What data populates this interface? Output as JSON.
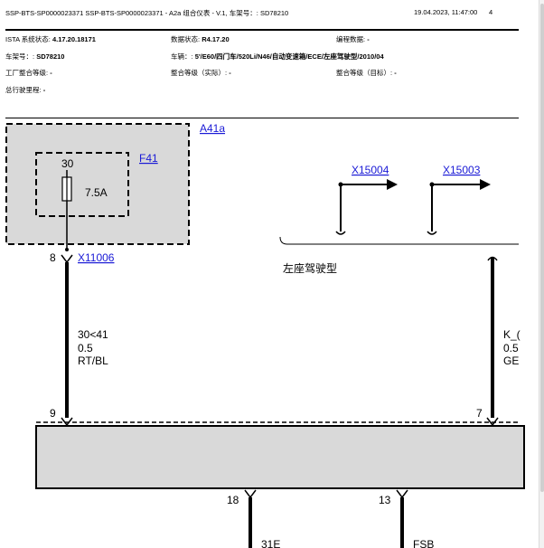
{
  "header": {
    "title": "SSP-BTS-SP0000023371 SSP-BTS-SP0000023371 - A2a 组合仪表 - V.1, 车架号：: SD78210",
    "datetime": "19.04.2023, 11:47:00",
    "page": "4"
  },
  "meta": {
    "ista_label": "ISTA 系统状态:",
    "ista_value": "4.17.20.18171",
    "data_status_label": "数据状态:",
    "data_status_value": "R4.17.20",
    "programming_label": "编程数据:",
    "programming_value": "-",
    "vin_label": "车架号：:",
    "vin_value": "SD78210",
    "vehicle_label": "车辆：:",
    "vehicle_value": "5'/E60/四门车/520Li/N46/自动变速箱/ECE/左座驾驶型/2010/04",
    "factory_level_label": "工厂整合等级:",
    "factory_level_value": "-",
    "actual_level_label": "整合等级（实际）:",
    "actual_level_value": "-",
    "target_level_label": "整合等级（目标）:",
    "target_level_value": "-",
    "mileage_label": "总行驶里程:",
    "mileage_value": "-"
  },
  "diagram": {
    "module_a41a": "A41a",
    "fuse_ref": "F41",
    "fuse_pin": "30",
    "fuse_rating": "7.5A",
    "connector_x11006": "X11006",
    "pin_8": "8",
    "wire1_signal": "30<41",
    "wire1_gauge": "0.5",
    "wire1_color": "RT/BL",
    "pin_9": "9",
    "connector_x15004": "X15004",
    "connector_x15003": "X15003",
    "variant_note": "左座驾驶型",
    "wire2_signal": "K_(",
    "wire2_gauge": "0.5",
    "wire2_color": "GE",
    "pin_7": "7",
    "pin_18": "18",
    "pin_13": "13",
    "wire3_signal": "31E",
    "wire4_signal": "FSB"
  },
  "colors": {
    "module_fill": "#d9d9d9",
    "link": "#1a1ad6",
    "wire": "#000000"
  }
}
